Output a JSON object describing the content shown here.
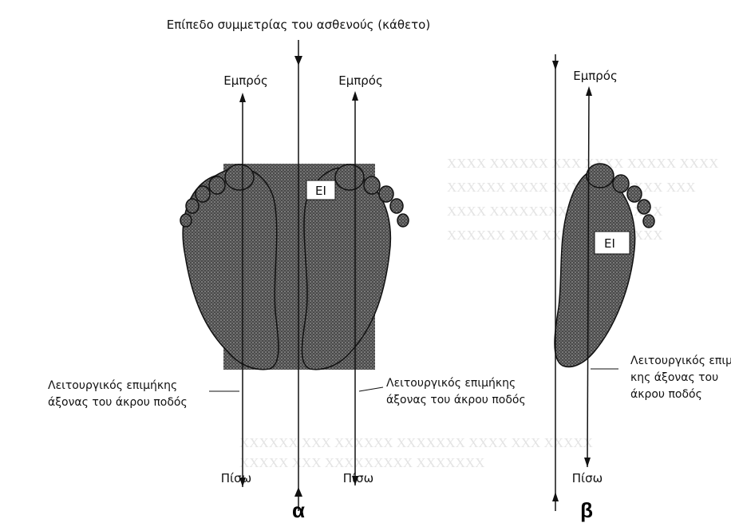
{
  "figure": {
    "top_label": "Επίπεδο συμμετρίας του ασθενούς (κάθετο)",
    "front": "Εμπρός",
    "back": "Πίσω",
    "ei": "ΕΙ",
    "axis_label_line1": "Λειτουργικός επιμήκης",
    "axis_label_line2": "άξονας του άκρου ποδός",
    "axis_label_b_line1": "Λειτουργικός επιμή-",
    "axis_label_b_line2": "κης άξονας του",
    "axis_label_b_line3": "άκρου ποδός",
    "panel_a": "α",
    "panel_b": "β"
  },
  "colors": {
    "foot_fill": "#555555",
    "ei_box": "#ffffff",
    "line": "#111111"
  }
}
